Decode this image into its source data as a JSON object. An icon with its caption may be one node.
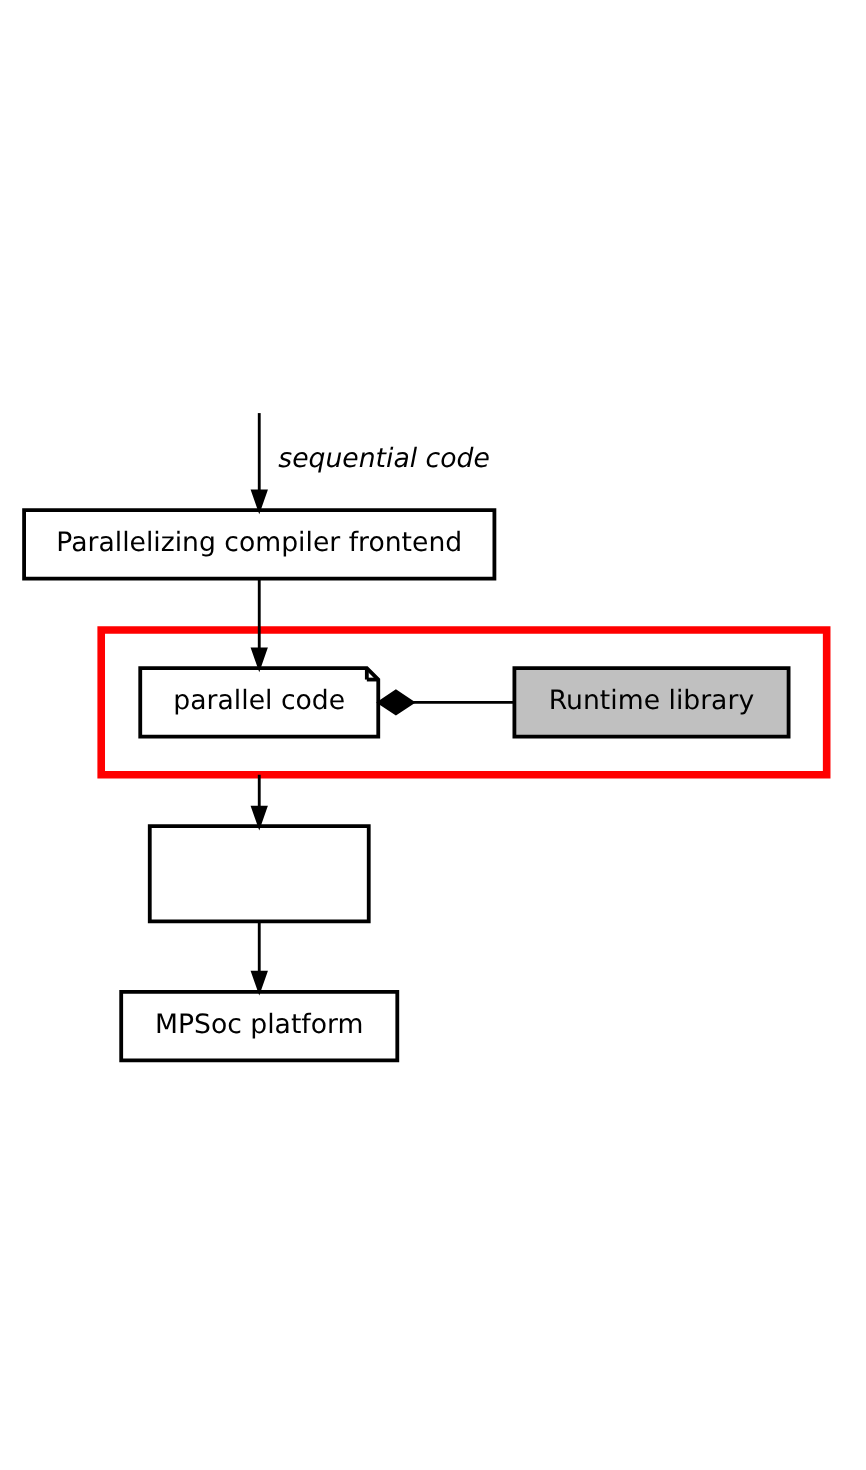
{
  "diagram": {
    "nodes": [
      {
        "text": [
          "Parallelizing compiler frontend"
        ]
      },
      {
        "text": [],
        "shape": "box"
      },
      {
        "text": [
          "parallel code"
        ],
        "in": 1
      },
      {
        "text": [
          "Runtime library"
        ],
        "in": 1
      },
      {
        "text": [],
        "shape": "box"
      },
      {
        "text": [
          "MPSoc platform"
        ]
      }
    ],
    "edges": [
      {
        "from": null,
        "to": 0,
        "arrow": "to",
        "label": "sequential code"
      },
      {
        "from": 0,
        "to": 2,
        "arrow": "to"
      },
      {
        "from": 2,
        "to": 3,
        "arrow": "other"
      },
      {
        "from": 1,
        "to": 4,
        "arrow": "to"
      },
      {
        "from": 4,
        "to": 5,
        "arrow": "to"
      }
    ]
  }
}
